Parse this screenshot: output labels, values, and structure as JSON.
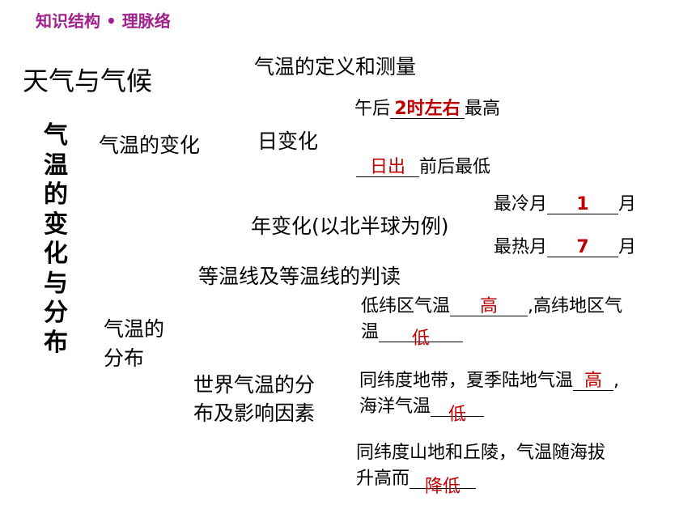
{
  "header": "知识结构 • 理脉络",
  "title": "天气与气候",
  "vertical_title": [
    "气",
    "温",
    "的",
    "变",
    "化",
    "与",
    "分",
    "布"
  ],
  "definition": "气温的定义和测量",
  "change": {
    "label": "气温的变化",
    "daily": {
      "label": "日变化",
      "high_prefix": "午后",
      "high_answer": "2时左右",
      "high_suffix": "最高",
      "low_answer": "日出",
      "low_suffix": "前后最低"
    },
    "annual": {
      "label": "年变化(以北半球为例)",
      "coldest_prefix": "最冷月",
      "coldest_answer": "1",
      "coldest_suffix": "月",
      "hottest_prefix": "最热月",
      "hottest_answer": "7",
      "hottest_suffix": "月"
    }
  },
  "isotherm": "等温线及等温线的判读",
  "distribution": {
    "label_line1": "气温的",
    "label_line2": "分布",
    "world_line1": "世界气温的分",
    "world_line2": "布及影响因素",
    "lat_prefix": "低纬区气温",
    "lat_answer1": "高",
    "lat_middle": ",高纬地区气",
    "lat_line2_prefix": "温",
    "lat_answer2": "低",
    "land_prefix": "同纬度地带，夏季陆地气温",
    "land_answer": "高",
    "land_suffix": ",",
    "ocean_prefix": "海洋气温",
    "ocean_answer": "低",
    "mountain_line1": "同纬度山地和丘陵，气温随海拔",
    "mountain_prefix": "升高而",
    "mountain_answer": "降低"
  },
  "colors": {
    "header": "#a0208c",
    "answer": "#c00000",
    "text": "#000000"
  }
}
